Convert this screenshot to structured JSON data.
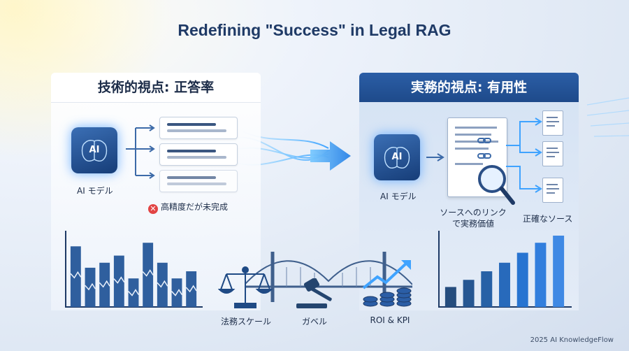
{
  "title": "Redefining \"Success\" in Legal RAG",
  "left_panel": {
    "header": "技術的視点: 正答率",
    "chip_text": "AI",
    "model_label": "AI モデル",
    "warning": "高精度だが未完成"
  },
  "right_panel": {
    "header": "実務的視点: 有用性",
    "chip_text": "AI",
    "model_label": "AI モデル",
    "source_link_label_line1": "ソースへのリンク",
    "source_link_label_line2": "で実務価値",
    "accurate_source_label": "正確なソース"
  },
  "bottom_labels": {
    "scale": "法務スケール",
    "gavel": "ガベル",
    "roi": "ROI & KPI"
  },
  "footer": "2025 AI KnowledgeFlow",
  "colors": {
    "title": "#1f3a66",
    "right_header": "#2b5ea6",
    "accent_glow": "#3fa3ff",
    "bar_dark": "#1e4a8a",
    "bar_light": "#5d95d6"
  },
  "chart_data": [
    {
      "type": "bar",
      "name": "left-broken-bars",
      "values": [
        85,
        55,
        62,
        72,
        40,
        90,
        62,
        40,
        50
      ]
    },
    {
      "type": "bar",
      "name": "right-rising-bars",
      "values": [
        28,
        38,
        50,
        62,
        76,
        90,
        100
      ]
    }
  ]
}
